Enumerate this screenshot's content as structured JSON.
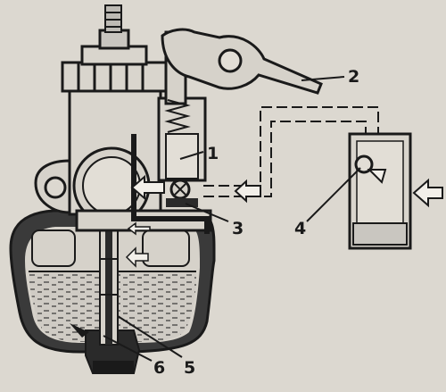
{
  "diagram": {
    "callouts": [
      {
        "id": "1",
        "text": "1"
      },
      {
        "id": "2",
        "text": "2"
      },
      {
        "id": "3",
        "text": "3"
      },
      {
        "id": "4",
        "text": "4"
      },
      {
        "id": "5",
        "text": "5"
      },
      {
        "id": "6",
        "text": "6"
      }
    ],
    "colors": {
      "paper": "#dcd8d0",
      "ink": "#1a1a1a",
      "fuel_dark": "#333333",
      "fuel_light": "#c9c6c0"
    }
  }
}
